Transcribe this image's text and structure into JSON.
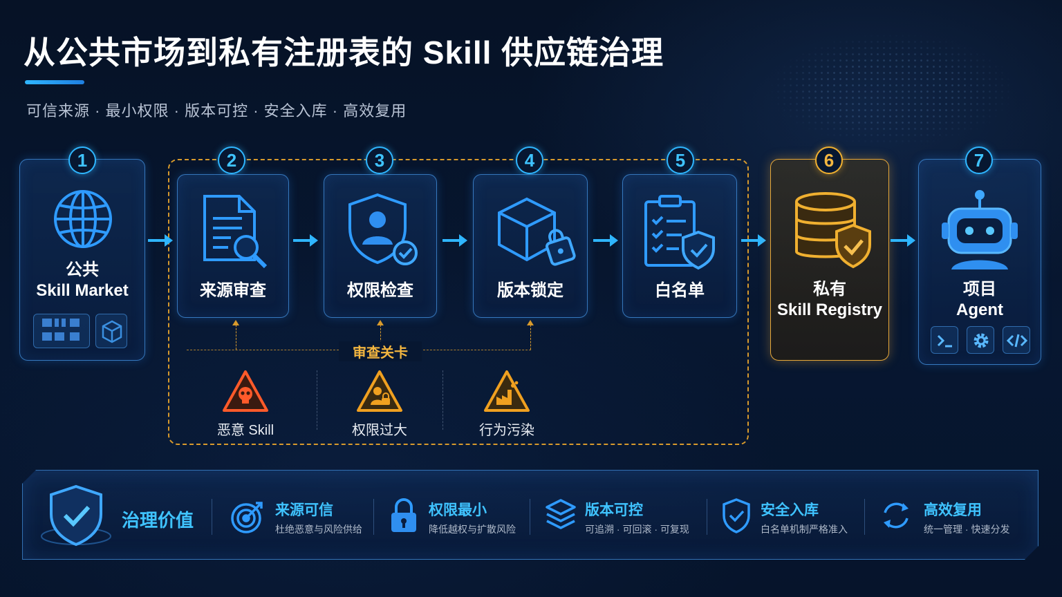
{
  "title": "从公共市场到私有注册表的 Skill 供应链治理",
  "subtitle": "可信来源 · 最小权限 · 版本可控 · 安全入库 · 高效复用",
  "steps": [
    {
      "number": "1",
      "label_line1": "公共",
      "label_line2": "Skill Market",
      "icon": "globe-icon"
    },
    {
      "number": "2",
      "label": "来源审查",
      "icon": "document-search-icon"
    },
    {
      "number": "3",
      "label": "权限检查",
      "icon": "shield-user-icon"
    },
    {
      "number": "4",
      "label": "版本锁定",
      "icon": "cube-lock-icon"
    },
    {
      "number": "5",
      "label": "白名单",
      "icon": "checklist-shield-icon"
    },
    {
      "number": "6",
      "label_line1": "私有",
      "label_line2": "Skill Registry",
      "icon": "database-shield-icon"
    },
    {
      "number": "7",
      "label_line1": "项目",
      "label_line2": "Agent",
      "icon": "robot-icon"
    }
  ],
  "gate": {
    "label": "审查关卡",
    "risks": [
      {
        "label": "恶意 Skill",
        "icon": "skull-warning-icon"
      },
      {
        "label": "权限过大",
        "icon": "user-lock-warning-icon"
      },
      {
        "label": "行为污染",
        "icon": "factory-warning-icon"
      }
    ]
  },
  "value": {
    "title": "治理价值",
    "items": [
      {
        "head": "来源可信",
        "sub": "杜绝恶意与风险供给",
        "icon": "target-icon"
      },
      {
        "head": "权限最小",
        "sub": "降低越权与扩散风险",
        "icon": "padlock-icon"
      },
      {
        "head": "版本可控",
        "sub": "可追溯 · 可回滚 · 可复现",
        "icon": "layers-icon"
      },
      {
        "head": "安全入库",
        "sub": "白名单机制严格准入",
        "icon": "shield-check-icon"
      },
      {
        "head": "高效复用",
        "sub": "统一管理 · 快速分发",
        "icon": "refresh-icon"
      }
    ]
  },
  "colors": {
    "accent": "#2fb6ff",
    "gold": "#f0b030",
    "danger": "#ff5a2a",
    "background": "#071731"
  }
}
